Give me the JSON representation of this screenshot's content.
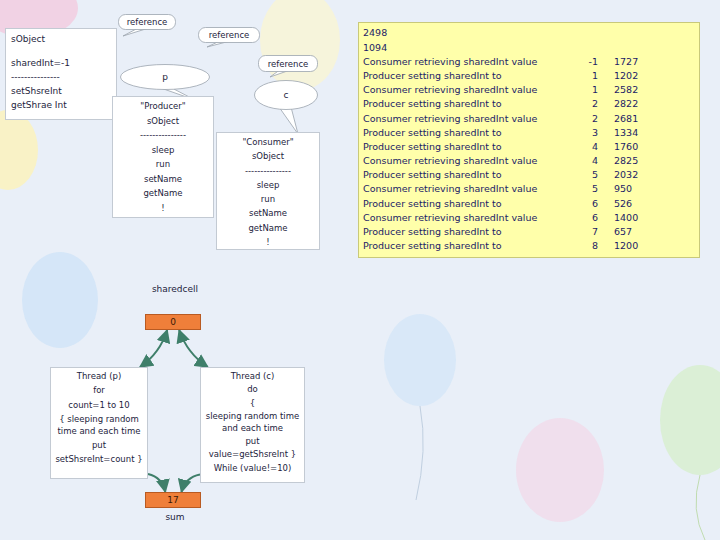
{
  "diagram": {
    "nodes": [
      {
        "text": [
          "sObject",
          "sharedInt=-1",
          "---------------",
          "setShsreInt",
          "getShrae Int"
        ]
      },
      {
        "text": [
          "reference"
        ]
      },
      {
        "text": [
          "reference"
        ]
      },
      {
        "text": [
          "reference"
        ]
      },
      {
        "text": [
          "p"
        ]
      },
      {
        "text": [
          "\"Producer\"",
          "sObject",
          "---------------",
          "sleep",
          "run",
          "setName",
          "getName",
          "!"
        ]
      },
      {
        "text": [
          "c"
        ]
      },
      {
        "text": [
          "\"Consumer\"",
          "sObject",
          "---------------",
          "sleep",
          "run",
          "setName",
          "getName",
          "!"
        ]
      },
      {
        "text": [
          "0"
        ]
      },
      {
        "text": [
          "Thread (p)",
          "for",
          "count=1 to 10",
          "{ sleeping random time and each time",
          "put",
          "setShsreInt=count }"
        ]
      },
      {
        "text": [
          "Thread (c)",
          "do",
          "{",
          "sleeping random time and each time",
          "put",
          "value=getShsreInt }",
          "While (value!=10)"
        ]
      },
      {
        "text": [
          "17"
        ]
      },
      {
        "text": [
          "2498",
          "1094",
          "Consumer retrieving sharedInt value",
          "-1",
          "1727",
          "Producer setting sharedInt to",
          "1",
          "1202",
          "Consumer retrieving sharedInt value",
          "1",
          "2582",
          "Producer setting sharedInt to",
          "2",
          "2822",
          "Consumer retrieving sharedInt value",
          "2",
          "2681",
          "Producer setting sharedInt to",
          "3",
          "1334",
          "Producer setting sharedInt to",
          "4",
          "1760",
          "Consumer retrieving sharedInt value",
          "4",
          "2825",
          "Producer setting sharedInt to",
          "5",
          "2032",
          "Consumer retrieving sharedInt value",
          "5",
          "950",
          "Producer setting sharedInt to",
          "6",
          "526",
          "Consumer retrieving sharedInt value",
          "6",
          "1400",
          "Producer setting sharedInt to",
          "7",
          "657",
          "Producer setting sharedInt to",
          "8",
          "1200"
        ]
      }
    ],
    "edges": [
      {
        "from": 9,
        "to": 8,
        "arrow": "both"
      },
      {
        "from": 10,
        "to": 8,
        "arrow": "both"
      },
      {
        "from": 9,
        "to": 11,
        "arrow": "to"
      },
      {
        "from": 10,
        "to": 11,
        "arrow": "to"
      }
    ],
    "labels": [
      "sharedcell",
      "sum"
    ]
  }
}
